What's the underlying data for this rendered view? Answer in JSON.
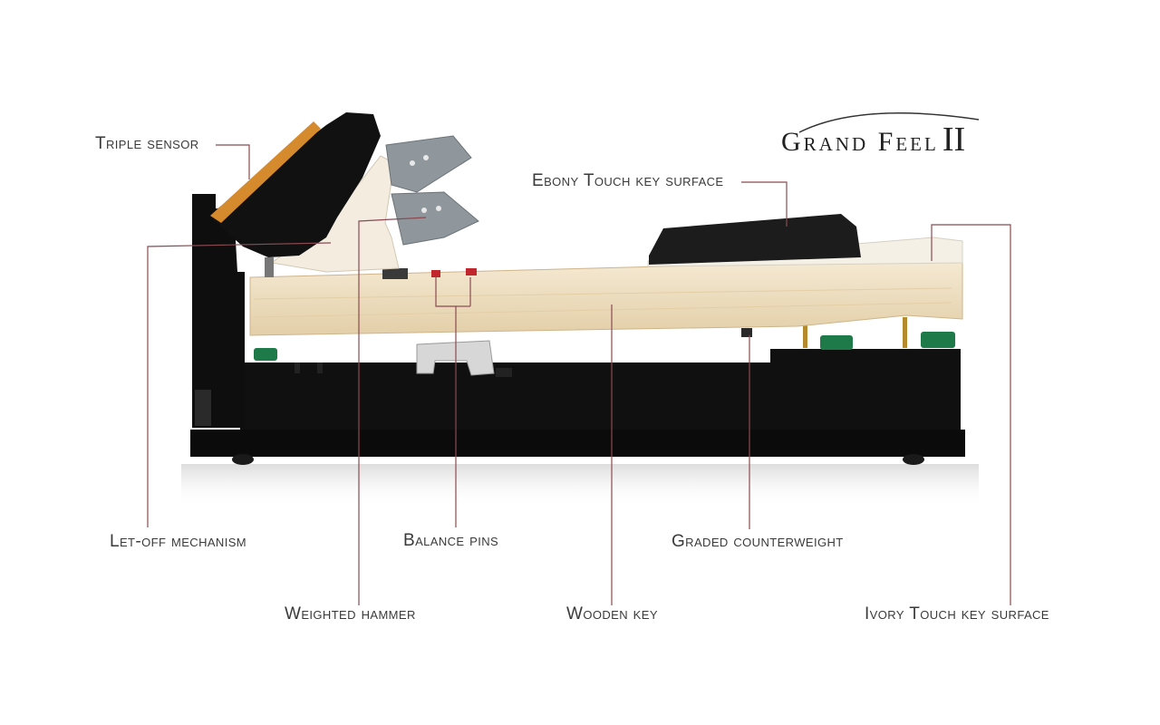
{
  "logo": {
    "text": "Grand Feel",
    "numeral": "II"
  },
  "labels": {
    "triple_sensor": "Triple sensor",
    "ebony_touch": "Ebony Touch key surface",
    "let_off": "Let-off mechanism",
    "balance_pins": "Balance pins",
    "graded_counterweight": "Graded counterweight",
    "weighted_hammer": "Weighted hammer",
    "wooden_key": "Wooden key",
    "ivory_touch": "Ivory Touch key surface"
  },
  "colors": {
    "callout_line": "#8b4a52",
    "wood": "#efe0c4",
    "chassis": "#0d0d0d",
    "ebony_surface": "#1c1c1c",
    "felt_green": "#1f7a4a",
    "pin_red": "#c0262c",
    "hammer_weight": "#8f979c"
  }
}
